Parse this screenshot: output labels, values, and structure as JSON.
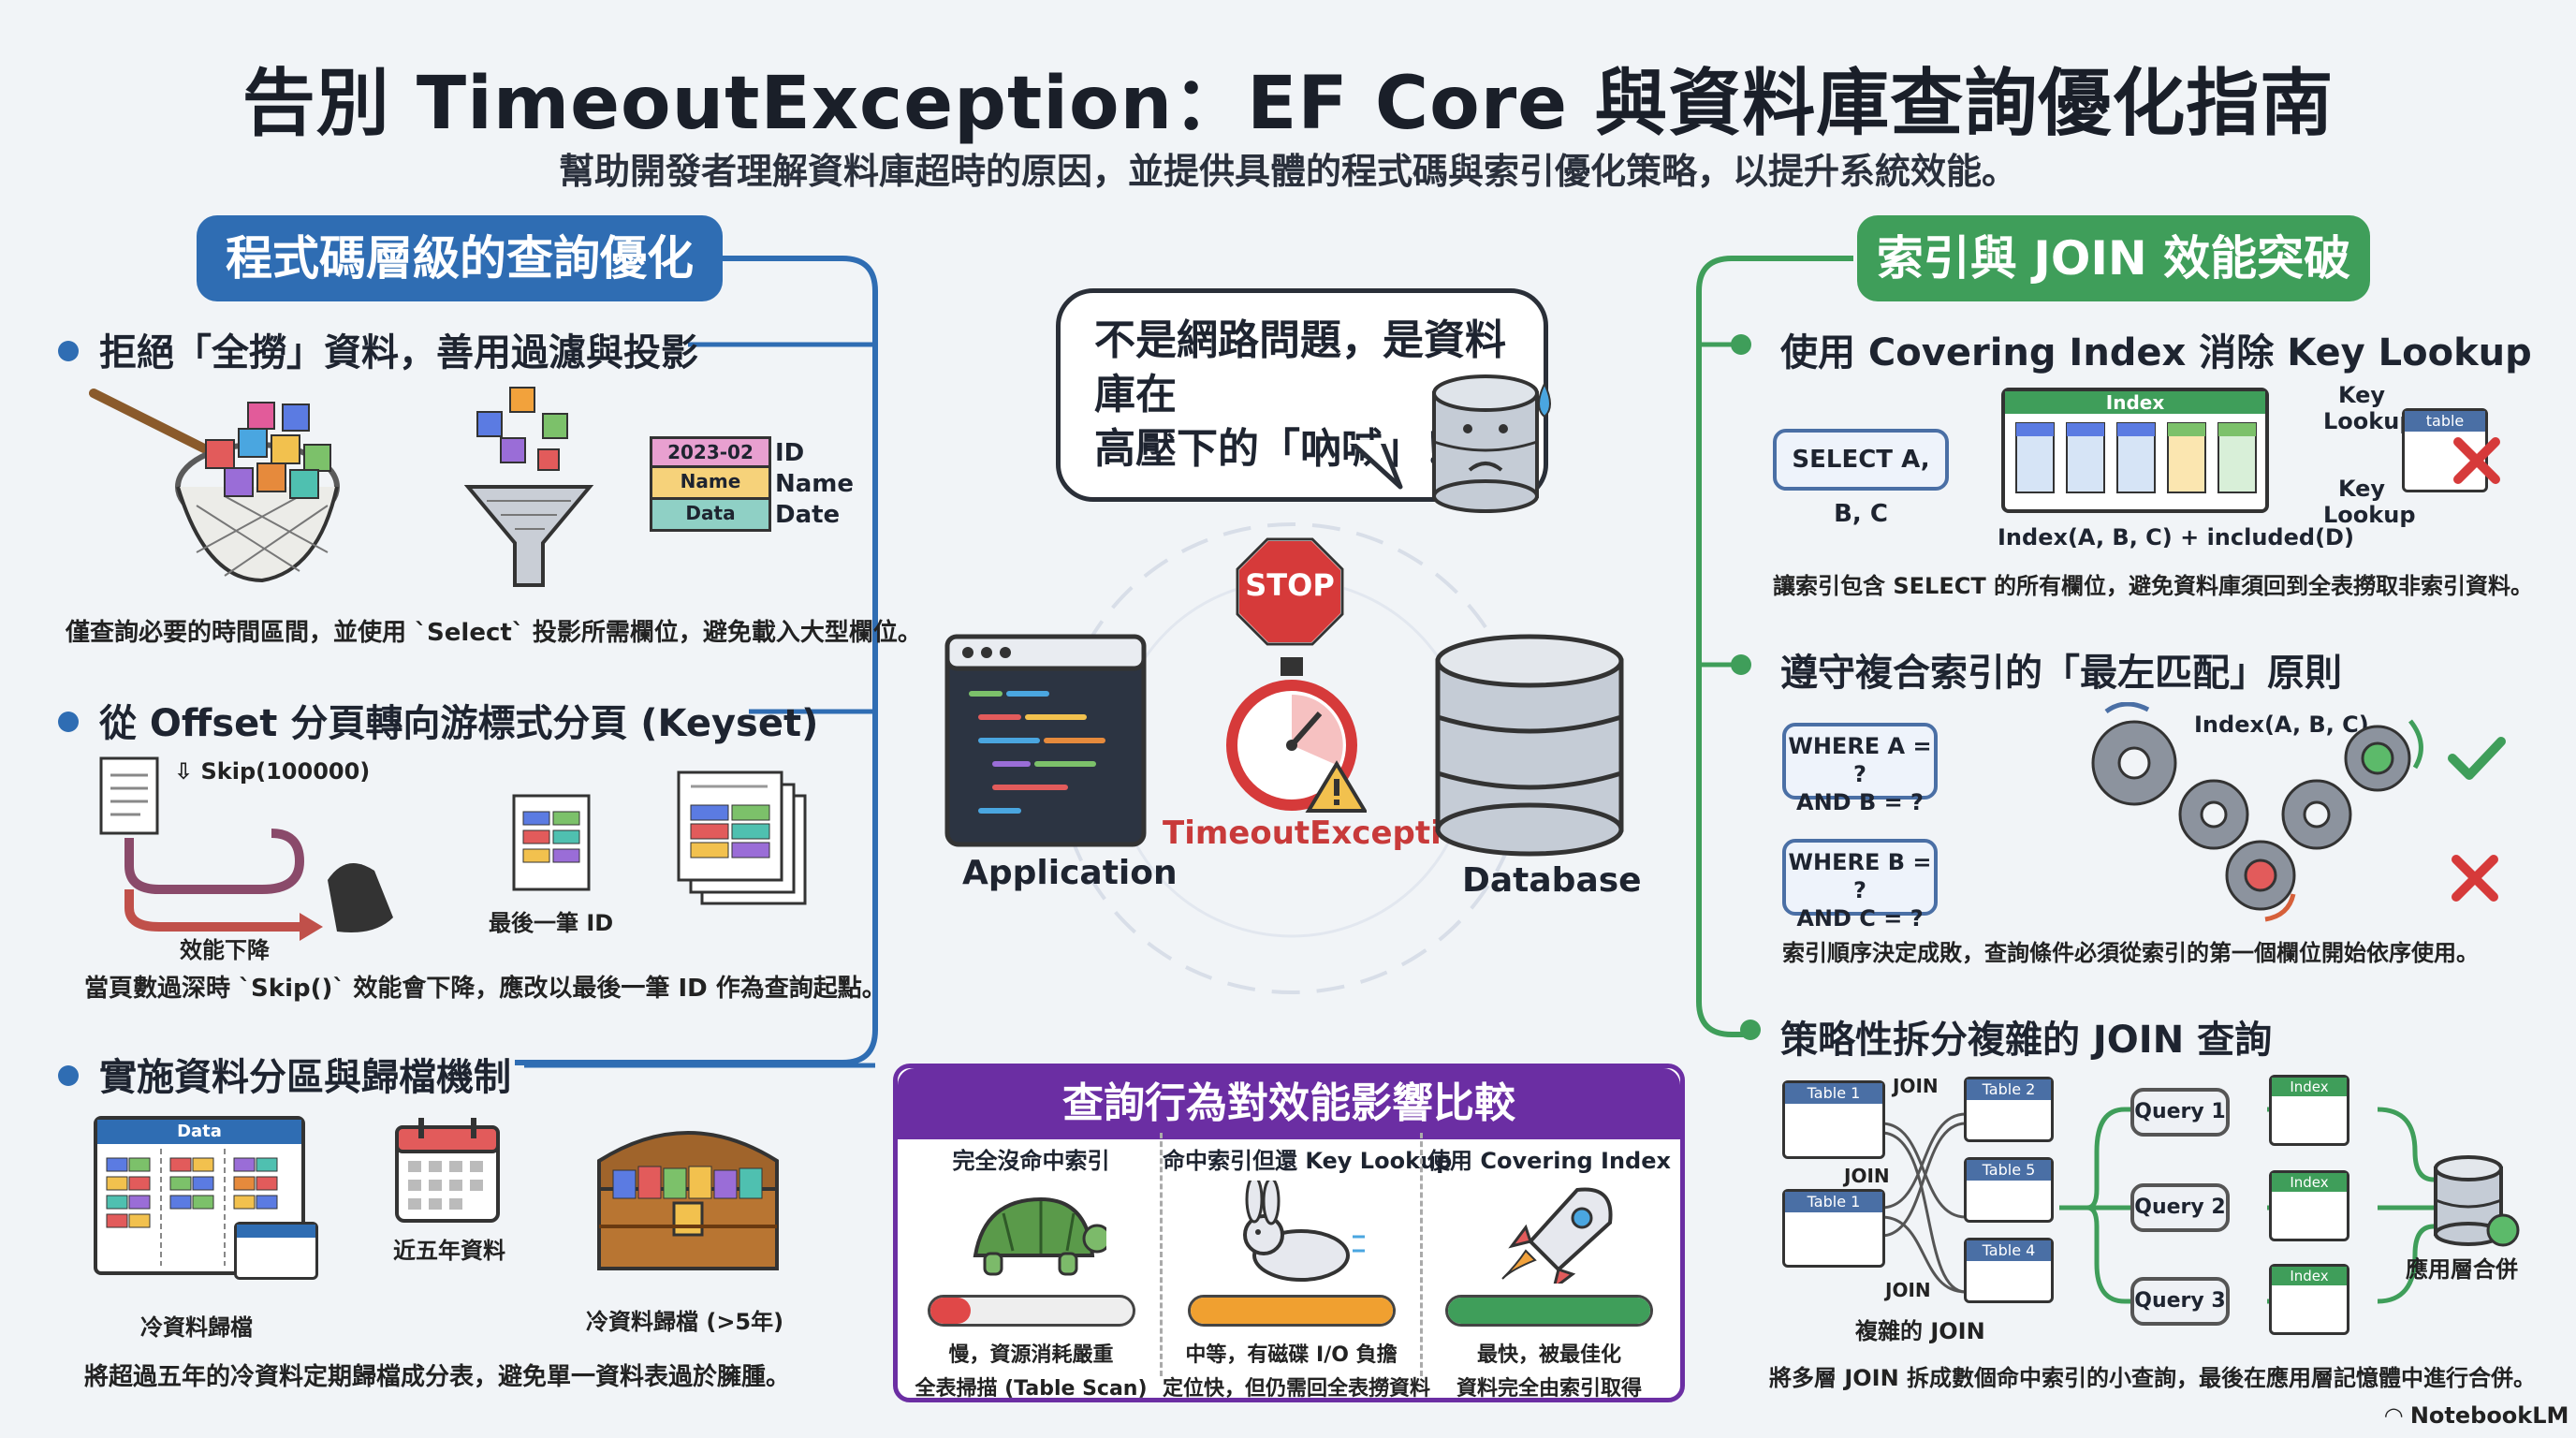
{
  "header": {
    "title": "告別 TimeoutException：EF Core 與資料庫查詢優化指南",
    "subtitle": "幫助開發者理解資料庫超時的原因，並提供具體的程式碼與索引優化策略，以提升系統效能。"
  },
  "left": {
    "heading": "程式碼層級的查詢優化",
    "s1": {
      "title": "拒絕「全撈」資料，善用過濾與投影",
      "labels": [
        "2023-02",
        "Name",
        "Data"
      ],
      "field_labels": [
        "ID",
        "Name",
        "Date"
      ],
      "desc": "僅查詢必要的時間區間，並使用 `Select` 投影所需欄位，避免載入大型欄位。"
    },
    "s2": {
      "title": "從 Offset 分頁轉向游標式分頁 (Keyset)",
      "skip_label": "Skip(100000)",
      "slow_label": "效能下降",
      "last_id_label": "最後一筆 ID",
      "desc": "當頁數過深時 `Skip()` 效能會下降，應改以最後一筆 ID 作為查詢起點。"
    },
    "s3": {
      "title": "實施資料分區與歸檔機制",
      "data_label": "Data",
      "cold_table_label": "冷資料歸檔",
      "recent_label": "近五年資料",
      "archive_label": "冷資料歸檔 (>5年)",
      "desc": "將超過五年的冷資料定期歸檔成分表，避免單一資料表過於臃腫。"
    }
  },
  "center": {
    "bubble_line1": "不是網路問題，是資料庫在",
    "bubble_line2": "高壓下的「吶喊」！",
    "stop_label": "STOP",
    "app_label": "Application",
    "timeout_label": "TimeoutException",
    "db_label": "Database"
  },
  "compare": {
    "heading": "查詢行為對效能影響比較",
    "cols": [
      {
        "title": "完全沒命中索引",
        "line1": "慢，資源消耗嚴重",
        "line2": "全表掃描 (Table Scan)",
        "color": "#e04848",
        "fill": 0.2
      },
      {
        "title": "命中索引但還 Key Lookup",
        "line1": "中等，有磁碟 I/O 負擔",
        "line2": "定位快，但仍需回全表撈資料",
        "color": "#f0a030",
        "fill": 1.0
      },
      {
        "title": "使用 Covering Index",
        "line1": "最快，被最佳化",
        "line2": "資料完全由索引取得",
        "color": "#3f9e5a",
        "fill": 1.0
      }
    ]
  },
  "right": {
    "heading": "索引與 JOIN 效能突破",
    "s1": {
      "title": "使用 Covering Index 消除 Key Lookup",
      "select_label": "SELECT A, B, C",
      "index_label": "Index",
      "key_lookup_label": "Key Lookup",
      "table_label": "table",
      "index_caption": "Index(A, B, C) + included(D)",
      "desc": "讓索引包含 SELECT 的所有欄位，避免資料庫須回到全表撈取非索引資料。"
    },
    "s2": {
      "title": "遵守複合索引的「最左匹配」原則",
      "q1_line1": "WHERE A = ?",
      "q1_line2": "AND B = ?",
      "q2_line1": "WHERE B = ?",
      "q2_line2": "AND C = ?",
      "index_label": "Index(A, B, C)",
      "desc": "索引順序決定成敗，查詢條件必須從索引的第一個欄位開始依序使用。"
    },
    "s3": {
      "title": "策略性拆分複雜的 JOIN 查詢",
      "tables_left": [
        "Table 1",
        "Table 1"
      ],
      "tables_right": [
        "Table 2",
        "Table 5",
        "Table 4"
      ],
      "join_labels": [
        "JOIN",
        "JOIN",
        "JOIN"
      ],
      "queries": [
        "Query 1",
        "Query 2",
        "Query 3"
      ],
      "index_label": "Index",
      "complex_label": "複雜的 JOIN",
      "merge_label": "應用層合併",
      "desc": "將多層 JOIN 拆成數個命中索引的小查詢，最後在應用層記憶體中進行合併。"
    }
  },
  "footer": {
    "brand": "NotebookLM"
  }
}
